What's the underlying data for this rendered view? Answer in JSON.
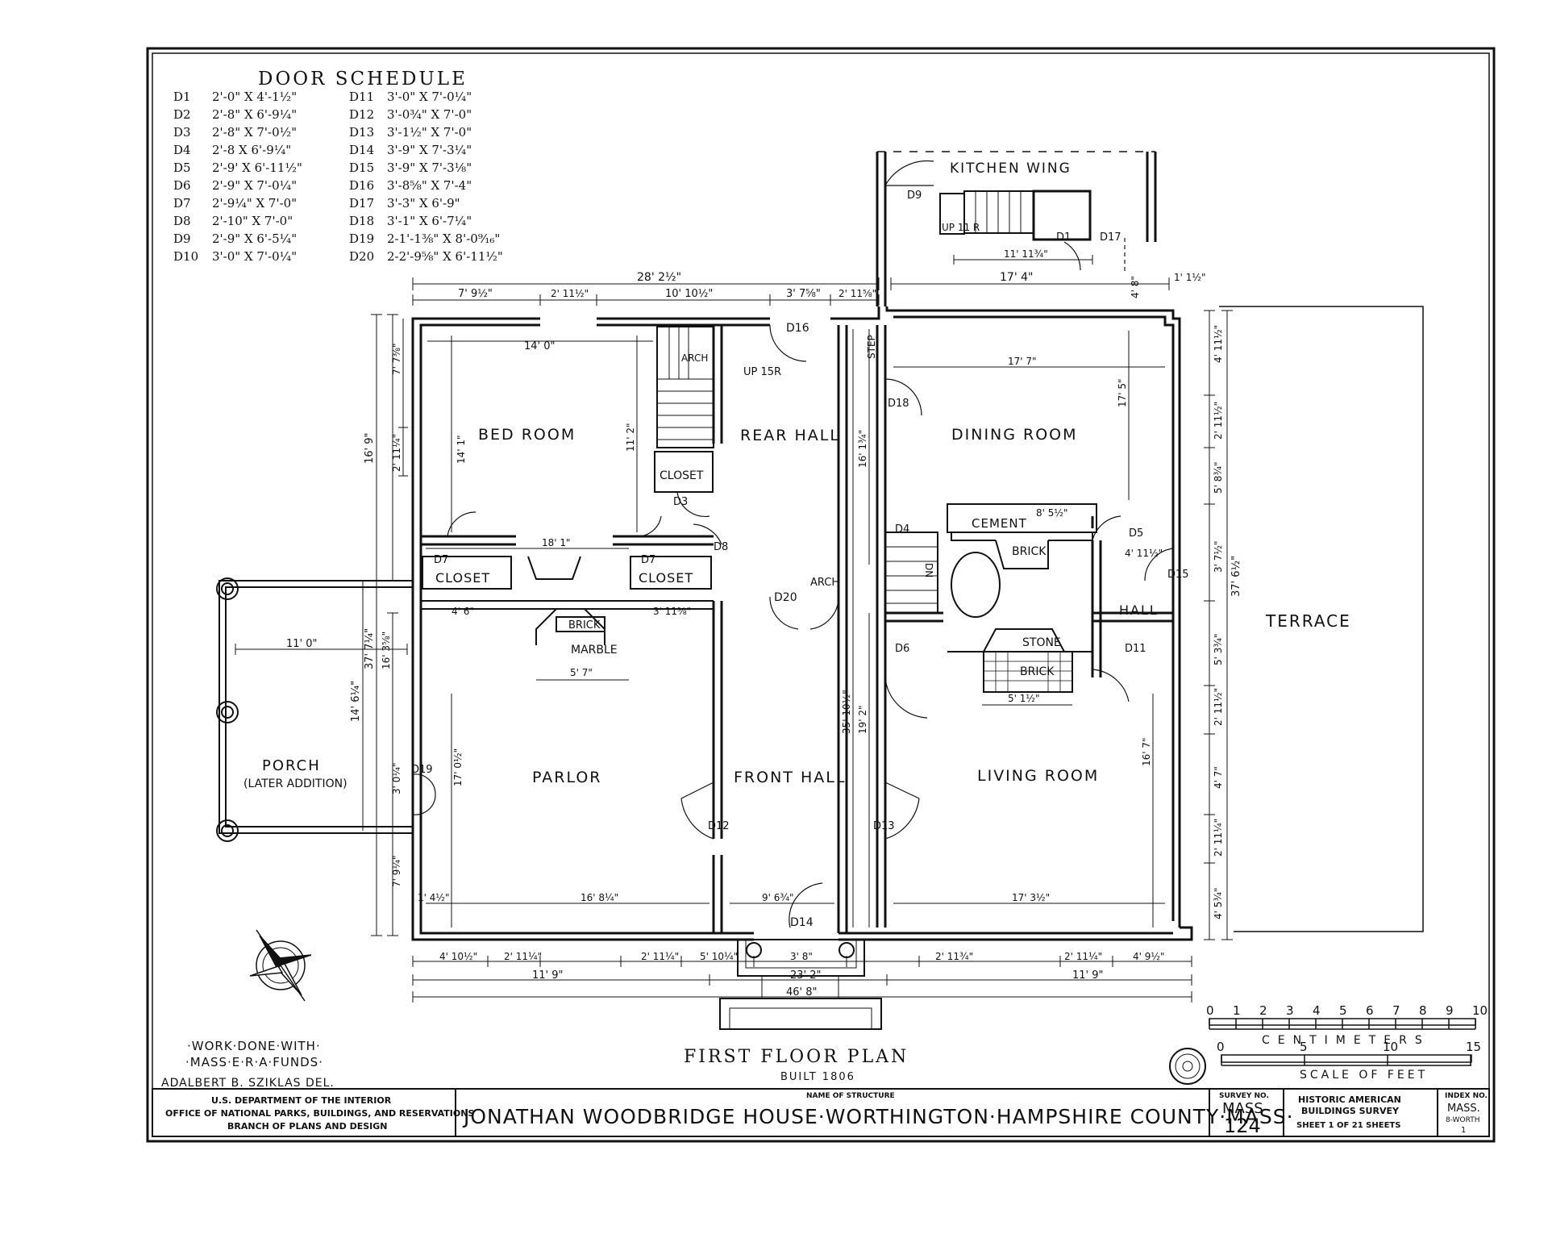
{
  "door_schedule": {
    "title": "DOOR SCHEDULE",
    "left": [
      {
        "id": "D1",
        "size": "2'-0\" X 4'-1½\""
      },
      {
        "id": "D2",
        "size": "2'-8\" X 6'-9¼\""
      },
      {
        "id": "D3",
        "size": "2'-8\" X 7'-0½\""
      },
      {
        "id": "D4",
        "size": "2'-8 X 6'-9¼\""
      },
      {
        "id": "D5",
        "size": "2'-9' X 6'-11½\""
      },
      {
        "id": "D6",
        "size": "2'-9\" X 7'-0¼\""
      },
      {
        "id": "D7",
        "size": "2'-9¼\" X 7'-0\""
      },
      {
        "id": "D8",
        "size": "2'-10\" X 7'-0\""
      },
      {
        "id": "D9",
        "size": "2'-9\" X 6'-5¼\""
      },
      {
        "id": "D10",
        "size": "3'-0\" X 7'-0¼\""
      }
    ],
    "right": [
      {
        "id": "D11",
        "size": "3'-0\" X 7'-0¼\""
      },
      {
        "id": "D12",
        "size": "3'-0¾\" X 7'-0\""
      },
      {
        "id": "D13",
        "size": "3'-1½\" X 7'-0\""
      },
      {
        "id": "D14",
        "size": "3'-9\" X 7'-3¼\""
      },
      {
        "id": "D15",
        "size": "3'-9\" X 7'-3⅛\""
      },
      {
        "id": "D16",
        "size": "3'-8⅝\" X 7'-4\""
      },
      {
        "id": "D17",
        "size": "3'-3\" X 6'-9\""
      },
      {
        "id": "D18",
        "size": "3'-1\" X 6'-7¼\""
      },
      {
        "id": "D19",
        "size": "2-1'-1⅜\" X 8'-0⁹⁄₁₆\""
      },
      {
        "id": "D20",
        "size": "2-2'-9⅝\" X 6'-11½\""
      }
    ]
  },
  "rooms": {
    "kitchen_wing": "KITCHEN WING",
    "bed_room": "BED ROOM",
    "rear_hall": "REAR HALL",
    "dining_room": "DINING ROOM",
    "closet": "CLOSET",
    "parlor": "PARLOR",
    "front_hall": "FRONT HALL",
    "living_room": "LIVING ROOM",
    "hall": "HALL",
    "terrace": "TERRACE",
    "porch": "PORCH",
    "porch_note": "(LATER ADDITION)"
  },
  "materials": {
    "cement": "CEMENT",
    "brick": "BRICK",
    "marble": "MARBLE",
    "stone": "STONE",
    "arch": "ARCH",
    "up_15r": "UP 15R",
    "up_11r": "UP 11 R",
    "step": "STEP",
    "dn": "DN"
  },
  "doors": {
    "d1": "D1",
    "d3": "D3",
    "d4": "D4",
    "d5": "D5",
    "d6": "D6",
    "d7": "D7",
    "d8": "D8",
    "d9": "D9",
    "d11": "D11",
    "d12": "D12",
    "d13": "D13",
    "d14": "D14",
    "d15": "D15",
    "d16": "D16",
    "d17": "D17",
    "d18": "D18",
    "d19": "D19",
    "d20": "D20"
  },
  "dimensions": {
    "overall_top": "28' 2½\"",
    "top_1": "7' 9½\"",
    "top_2": "2' 11½\"",
    "top_3": "10' 10½\"",
    "top_4": "3' 7⅝\"",
    "top_5": "2' 11⅝\"",
    "kitchen_width": "11' 11¾\"",
    "wing_top": "17' 4\"",
    "bed_width": "14' 0\"",
    "bed_height": "14' 1\"",
    "bed_height2": "11' 2\"",
    "closet_row": "18' 1\"",
    "left_total": "16' 9\"",
    "left_upper": "7' 7⅜\"",
    "window_left": "2' 11¼\"",
    "porch_width": "11' 0\"",
    "overall_left": "37' 7¼\"",
    "left_mid": "16' 3⅝\"",
    "left_lower": "14' 6¼\"",
    "parlor_height": "17' 0½\"",
    "door19_w": "3' 0¼\"",
    "parlor_width": "16' 8¼\"",
    "corner_left": "1' 4½\"",
    "lower_left": "7' 9¼\"",
    "marble_w": "5' 7\"",
    "marble_l": "4' 6\"",
    "marble_r": "3' 11⅝\"",
    "front_hall_w": "9' 6¾\"",
    "rear_hall_h": "16' 1¾\"",
    "front_hall_h": "19' 2\"",
    "hall_total": "35' 10½\"",
    "dining_w": "17' 7\"",
    "dining_h": "17' 5\"",
    "hearth_w": "8' 5½\"",
    "stone_w": "5' 1½\"",
    "living_h": "16' 7\"",
    "living_w": "17' 3½\"",
    "right_1": "4' 11½\"",
    "right_2": "2' 11½\"",
    "right_3": "5' 8¾\"",
    "right_4": "3' 7½\"",
    "right_5": "5' 3¾\"",
    "right_6": "2' 11½\"",
    "right_7": "4' 7\"",
    "right_8": "2' 11¼\"",
    "right_9": "4' 5¾\"",
    "overall_right": "37' 6½\"",
    "hall_w": "4' 11½\"",
    "bottom_1": "4' 10½\"",
    "bottom_2": "2' 11¼\"",
    "bottom_3": "2' 11¼\"",
    "bottom_4": "5' 10¼\"",
    "bottom_5": "3' 8\"",
    "bottom_6": "2' 11¾\"",
    "bottom_7": "2' 11¼\"",
    "bottom_8": "4' 9½\"",
    "bottom_left": "11' 9\"",
    "bottom_right": "11' 9\"",
    "bottom_mid": "23' 2\"",
    "bottom_total": "46' 8\"",
    "wing_side": "4' 8\"",
    "wing_right": "1' 1½\""
  },
  "scales": {
    "metric_ticks": [
      "0",
      "1",
      "2",
      "3",
      "4",
      "5",
      "6",
      "7",
      "8",
      "9",
      "10"
    ],
    "metric_label": "CENTIMETERS",
    "feet_ticks": [
      "0",
      "5",
      "10",
      "15"
    ],
    "feet_label": "SCALE OF FEET"
  },
  "notes": {
    "work_line1": "·WORK·DONE·WITH·",
    "work_line2": "·MASS·E·R·A·FUNDS·",
    "delineator": "ADALBERT B. SZIKLAS DEL.",
    "plan_title": "FIRST FLOOR PLAN",
    "built": "BUILT 1806"
  },
  "title_block": {
    "dept_1": "U.S. DEPARTMENT OF THE INTERIOR",
    "dept_2": "OFFICE OF NATIONAL PARKS, BUILDINGS, AND RESERVATIONS",
    "dept_3": "BRANCH OF PLANS AND DESIGN",
    "name_label": "NAME OF STRUCTURE",
    "name": "JONATHAN WOODBRIDGE HOUSE·WORTHINGTON·HAMPSHIRE COUNTY·MASS·",
    "survey_label": "SURVEY NO.",
    "survey_1": "MASS",
    "survey_2": "124",
    "habs_1": "HISTORIC AMERICAN",
    "habs_2": "BUILDINGS SURVEY",
    "sheet": "SHEET 1 OF 21 SHEETS",
    "index_label": "INDEX NO.",
    "index_1": "MASS.",
    "index_2": "8-WORTH",
    "index_3": "1"
  }
}
